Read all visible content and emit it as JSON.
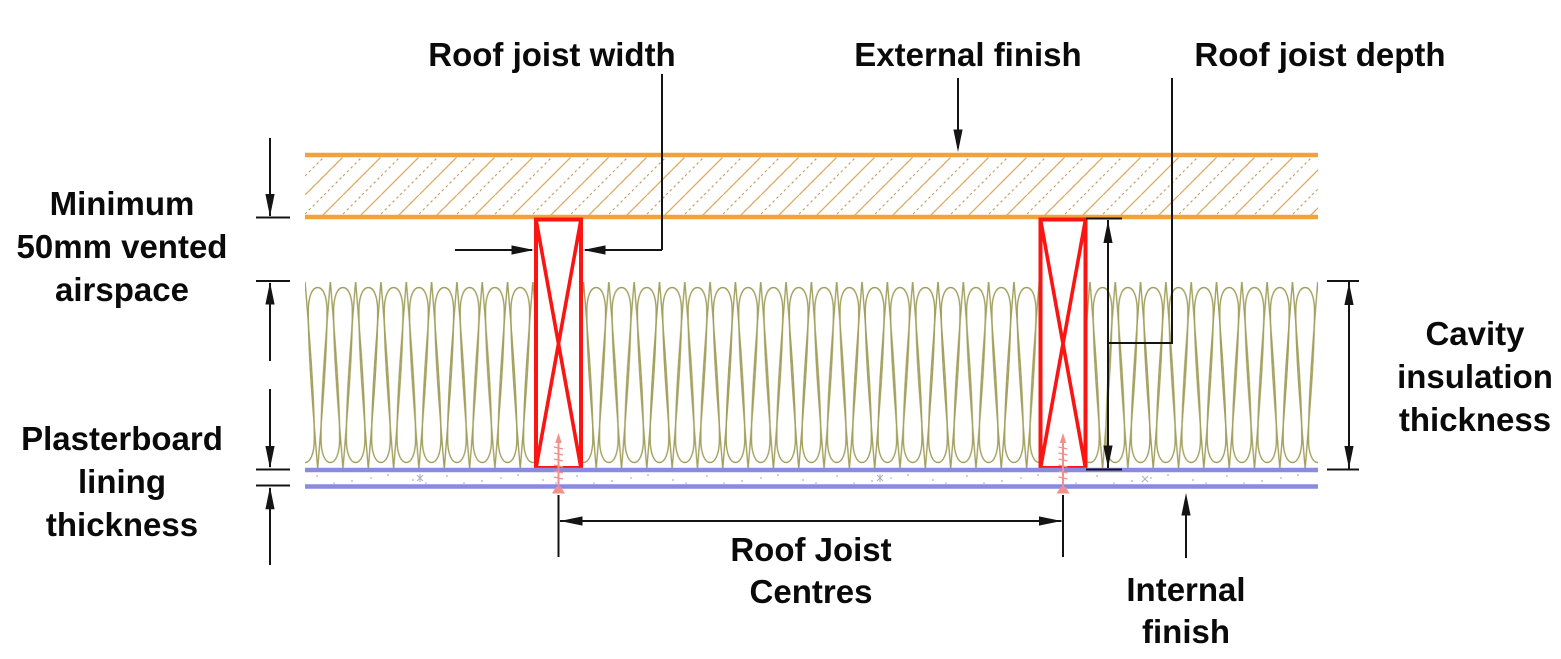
{
  "labels": {
    "roof_joist_width": "Roof joist width",
    "external_finish": "External finish",
    "roof_joist_depth": "Roof joist depth",
    "vented_airspace": [
      "Minimum",
      "50mm vented",
      "airspace"
    ],
    "plasterboard": [
      "Plasterboard",
      "lining",
      "thickness"
    ],
    "cavity_insulation": [
      "Cavity",
      "insulation",
      "thickness"
    ],
    "joist_centres": [
      "Roof Joist",
      "Centres"
    ],
    "internal_finish": [
      "Internal",
      "finish"
    ]
  },
  "colors": {
    "orange": "#F2A23B",
    "hatch": "#DBA962",
    "hatch2": "#C69A55",
    "red": "#FB1512",
    "purple": "#8A8ADF",
    "olive": "#A3A05E",
    "screw": "#F2908C",
    "dim": "#141414"
  }
}
